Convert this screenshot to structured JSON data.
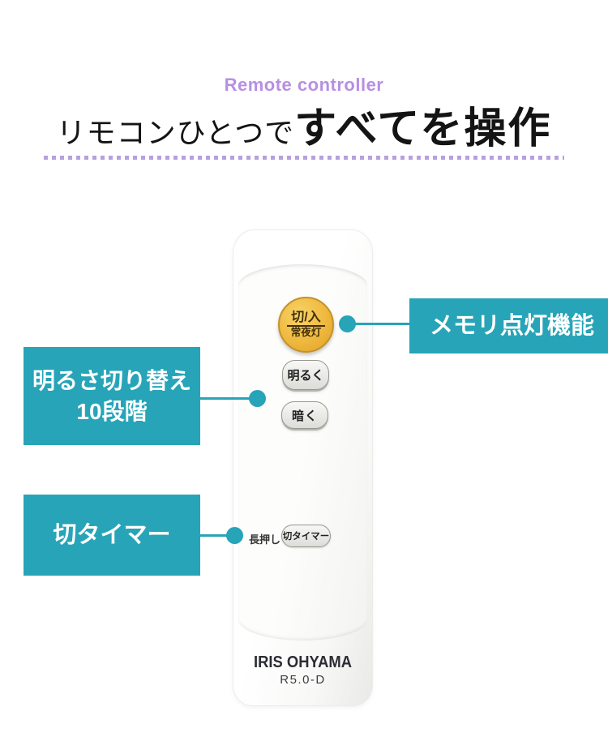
{
  "colors": {
    "background": "#ffffff",
    "accent_teal": "#27a4b8",
    "accent_purple": "#b78fe3",
    "dotted_rule_purple": "#b7a0dd",
    "power_button_orange": "#efb83e",
    "heading_text": "#141414"
  },
  "header": {
    "eyebrow": "Remote controller",
    "title_small": "リモコンひとつで",
    "title_large": "すべてを操作"
  },
  "remote": {
    "power_button_line1": "切/入",
    "power_button_line2": "常夜灯",
    "brighter_button": "明るく",
    "darker_button": "暗く",
    "long_press_label": "長押し",
    "off_timer_button": "切タイマー",
    "brand": "IRIS OHYAMA",
    "model": "R5.0-D"
  },
  "callouts": {
    "memory_label": "メモリ点灯機能",
    "brightness_line1": "明るさ切り替え",
    "brightness_line2": "10段階",
    "timer_label": "切タイマー"
  }
}
